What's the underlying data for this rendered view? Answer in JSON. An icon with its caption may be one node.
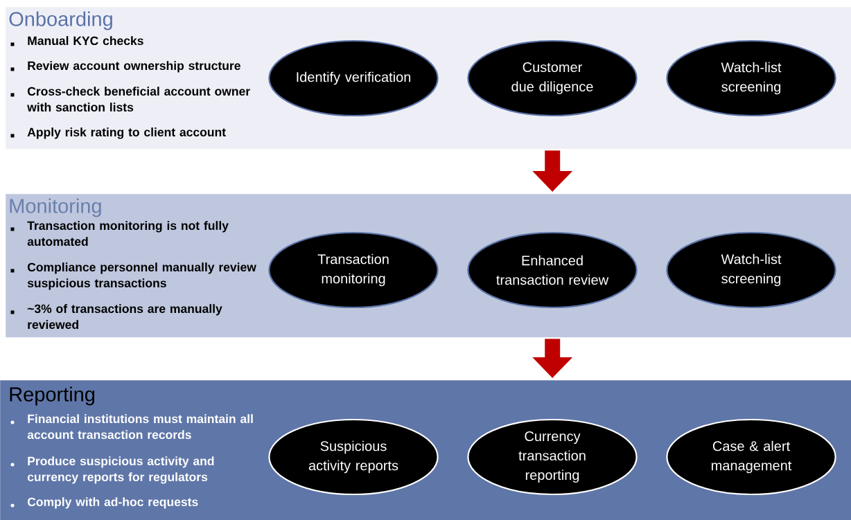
{
  "diagram": {
    "nodes": [
      {
        "text": [
          "Onboarding",
          "Manual KYC checks",
          "Review account ownership structure",
          "Cross-check beneficial account owner with sanction lists",
          "Apply risk rating to client account"
        ]
      },
      {
        "text": [
          "Identify verification"
        ],
        "in": 0
      },
      {
        "text": [
          "Customer due diligence"
        ],
        "in": 0
      },
      {
        "text": [
          "Watch-list screening"
        ],
        "in": 0
      },
      {
        "text": [
          "Monitoring",
          "Transaction monitoring is not fully automated",
          "Compliance personnel manually review suspicious transactions",
          "~3% of transactions are manually reviewed"
        ]
      },
      {
        "text": [
          "Transaction monitoring"
        ],
        "in": 4
      },
      {
        "text": [
          "Enhanced transaction review"
        ],
        "in": 4
      },
      {
        "text": [
          "Watch-list screening"
        ],
        "in": 4
      },
      {
        "text": [
          "Reporting",
          "Financial institutions must maintain all account transaction records",
          "Produce suspicious activity and currency reports for regulators",
          "Comply with ad-hoc requests"
        ]
      },
      {
        "text": [
          "Suspicious activity reports"
        ],
        "in": 8
      },
      {
        "text": [
          "Currency transaction reporting"
        ],
        "in": 8
      },
      {
        "text": [
          "Case & alert management"
        ],
        "in": 8
      }
    ],
    "edges": [
      {
        "from": 0,
        "to": 4,
        "arrow": "to"
      },
      {
        "from": 4,
        "to": 8,
        "arrow": "to"
      }
    ]
  }
}
